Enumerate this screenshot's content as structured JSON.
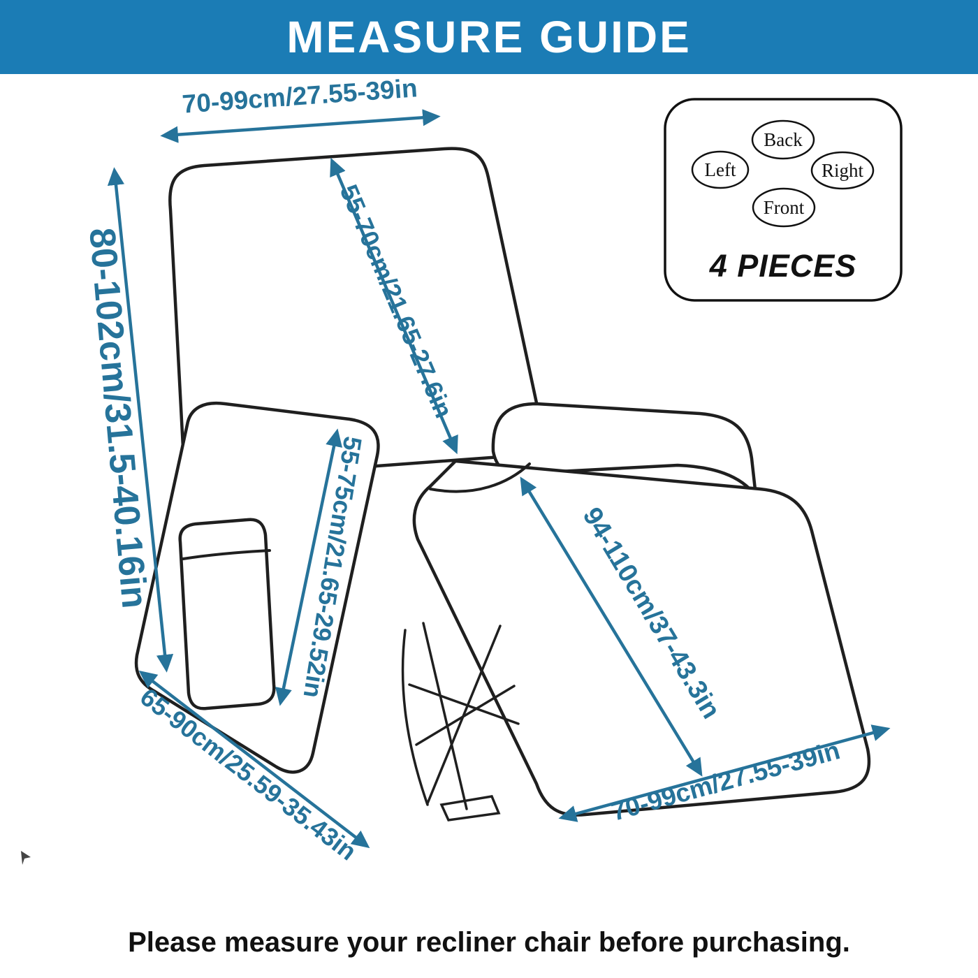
{
  "header": {
    "title": "MEASURE GUIDE",
    "bg_color": "#1b7cb5",
    "text_color": "#ffffff"
  },
  "measurements": {
    "top_width": "70-99cm/27.55-39in",
    "back_height": "80-102cm/31.5-40.16in",
    "backrest_diagonal": "55-70cm/21.65-27.6in",
    "seat_back_height": "55-75cm/21.65-29.52in",
    "footrest_length": "94-110cm/37-43.3in",
    "base_depth": "65-90cm/25.59-35.43in",
    "footrest_width": "70-99cm/27.55-39in",
    "label_color": "#26739a"
  },
  "pieces_box": {
    "piece_back": "Back",
    "piece_left": "Left",
    "piece_right": "Right",
    "piece_front": "Front",
    "count_label": "4 PIECES"
  },
  "footer": {
    "note": "Please measure your recliner chair before purchasing."
  }
}
